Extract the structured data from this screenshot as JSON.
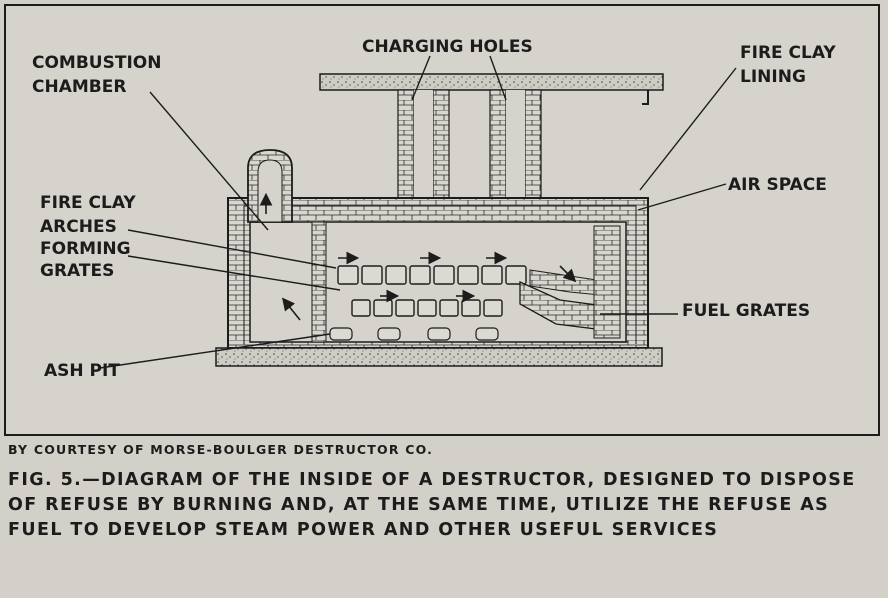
{
  "labels": {
    "combustion_chamber_1": "COMBUSTION",
    "combustion_chamber_2": "CHAMBER",
    "charging_holes": "CHARGING HOLES",
    "fire_clay_lining_1": "FIRE CLAY",
    "fire_clay_lining_2": "LINING",
    "air_space": "AIR SPACE",
    "arches_1": "FIRE CLAY",
    "arches_2": "ARCHES",
    "arches_3": "FORMING",
    "arches_4": "GRATES",
    "fuel_grates": "FUEL GRATES",
    "ash_pit": "ASH PIT"
  },
  "credit": "BY COURTESY OF MORSE-BOULGER DESTRUCTOR CO.",
  "caption": "FIG. 5.—DIAGRAM OF THE INSIDE OF A DESTRUCTOR, DESIGNED TO DISPOSE OF REFUSE BY BURNING AND, AT THE SAME TIME, UTILIZE THE REFUSE AS FUEL TO DEVELOP STEAM POWER AND OTHER USEFUL SERVICES"
}
